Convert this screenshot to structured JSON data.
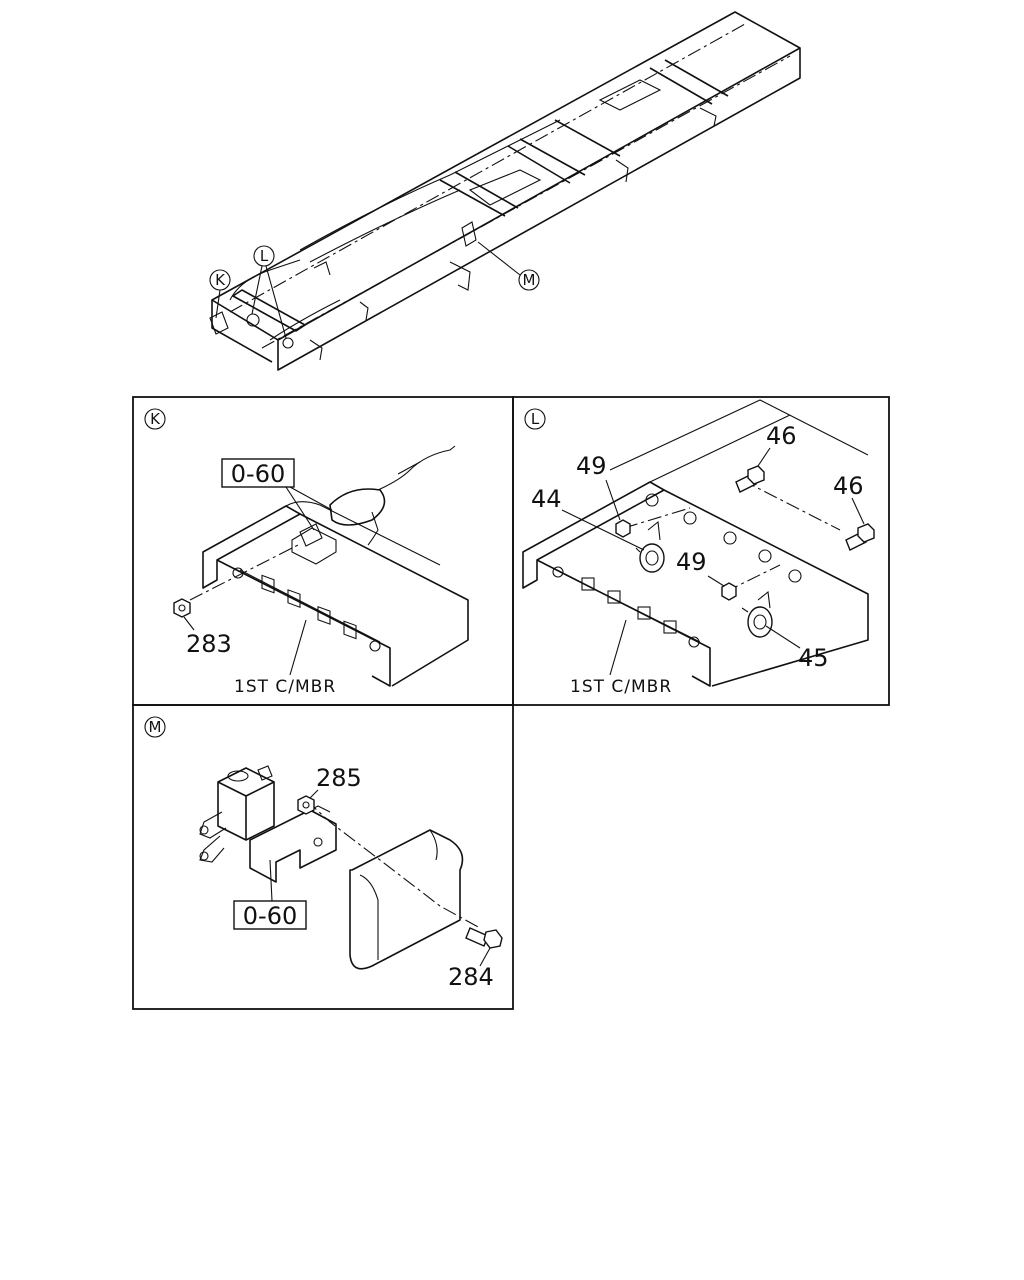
{
  "overview": {
    "callouts": [
      "K",
      "L",
      "M"
    ]
  },
  "panel_k": {
    "badge": "K",
    "ref_box": "0-60",
    "parts": [
      "283"
    ],
    "caption": "1ST C/MBR"
  },
  "panel_l": {
    "badge": "L",
    "parts": [
      "46",
      "46",
      "49",
      "44",
      "49",
      "45"
    ],
    "caption": "1ST C/MBR"
  },
  "panel_m": {
    "badge": "M",
    "ref_box": "0-60",
    "parts": [
      "285",
      "284"
    ]
  }
}
